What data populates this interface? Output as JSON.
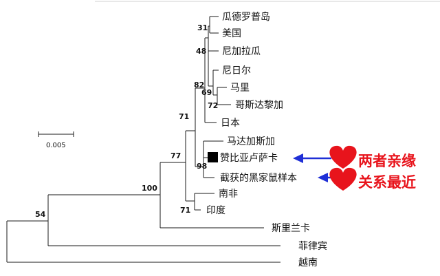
{
  "taxa": [
    "瓜德罗普岛",
    "美国",
    "尼加拉瓜",
    "尼日尔",
    "马里",
    "哥斯达黎加",
    "日本",
    "马达加斯加",
    "赞比亚卢萨卡",
    "截获的黑家鼠样本",
    "南非",
    "印度",
    "斯里兰卡",
    "菲律宾",
    "越南"
  ],
  "bootstrap": [
    "31",
    "48",
    "82",
    "69",
    "72",
    "71",
    "98",
    "77",
    "100",
    "71",
    "54"
  ],
  "scale_bar": {
    "label": "0.005"
  },
  "annotation": {
    "line1": "两者亲缘",
    "line2": "关系最近"
  },
  "colors": {
    "arrow": "#1f2fd6",
    "heart": "#e8141c",
    "annotation_text": "#e8141c"
  },
  "icons": {
    "marker": "filled-square",
    "heart": "heart-icon"
  }
}
